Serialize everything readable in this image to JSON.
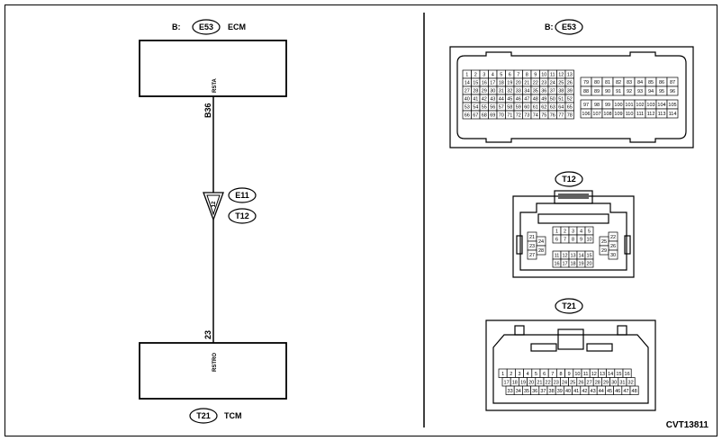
{
  "diagram_id": "CVT13811",
  "ecm": {
    "prefix": "B:",
    "connector": "E53",
    "name": "ECM",
    "terminal_signal": "RSTA",
    "terminal_no": "B36"
  },
  "tcm": {
    "connector": "T21",
    "name": "TCM",
    "terminal_signal": "RSTRO",
    "terminal_no": "23"
  },
  "joint": {
    "pin": "12",
    "connector_top": "E11",
    "connector_bottom": "T12"
  },
  "view_e53": {
    "prefix": "B:",
    "connector": "E53",
    "rows_left": [
      [
        "1",
        "2",
        "3",
        "4",
        "5",
        "6",
        "7",
        "8",
        "9",
        "10",
        "11",
        "12",
        "13"
      ],
      [
        "14",
        "15",
        "16",
        "17",
        "18",
        "19",
        "20",
        "21",
        "22",
        "23",
        "24",
        "25",
        "26"
      ],
      [
        "27",
        "28",
        "29",
        "30",
        "31",
        "32",
        "33",
        "34",
        "35",
        "36",
        "37",
        "38",
        "39"
      ],
      [
        "40",
        "41",
        "42",
        "43",
        "44",
        "45",
        "46",
        "47",
        "48",
        "49",
        "50",
        "51",
        "52"
      ],
      [
        "53",
        "54",
        "55",
        "56",
        "57",
        "58",
        "59",
        "60",
        "61",
        "62",
        "63",
        "64",
        "65"
      ],
      [
        "66",
        "67",
        "68",
        "69",
        "70",
        "71",
        "72",
        "73",
        "74",
        "75",
        "76",
        "77",
        "78"
      ]
    ],
    "rows_right_top": [
      [
        "79",
        "80",
        "81",
        "82",
        "83",
        "84",
        "85",
        "86",
        "87"
      ],
      [
        "88",
        "89",
        "90",
        "91",
        "92",
        "93",
        "94",
        "95",
        "96"
      ]
    ],
    "rows_right_bottom": [
      [
        "97",
        "98",
        "99",
        "100",
        "101",
        "102",
        "103",
        "104",
        "105"
      ],
      [
        "106",
        "107",
        "108",
        "109",
        "110",
        "111",
        "112",
        "113",
        "114"
      ]
    ]
  },
  "view_t12": {
    "connector": "T12",
    "center_top": [
      [
        "1",
        "2",
        "3",
        "4",
        "5"
      ],
      [
        "6",
        "7",
        "8",
        "9",
        "10"
      ]
    ],
    "center_bottom": [
      [
        "11",
        "12",
        "13",
        "14",
        "15"
      ],
      [
        "16",
        "17",
        "18",
        "19",
        "20"
      ]
    ],
    "left_pins": [
      "21",
      "23",
      "24",
      "27",
      "28"
    ],
    "right_pins": [
      "22",
      "25",
      "26",
      "29",
      "30"
    ]
  },
  "view_t21": {
    "connector": "T21",
    "rows": [
      [
        "1",
        "2",
        "3",
        "4",
        "5",
        "6",
        "7",
        "8",
        "9",
        "10",
        "11",
        "12",
        "13",
        "14",
        "15",
        "16"
      ],
      [
        "17",
        "18",
        "19",
        "20",
        "21",
        "22",
        "23",
        "24",
        "25",
        "26",
        "27",
        "28",
        "29",
        "30",
        "31",
        "32"
      ],
      [
        "33",
        "34",
        "35",
        "36",
        "37",
        "38",
        "39",
        "40",
        "41",
        "42",
        "43",
        "44",
        "45",
        "46",
        "47",
        "48"
      ]
    ]
  }
}
